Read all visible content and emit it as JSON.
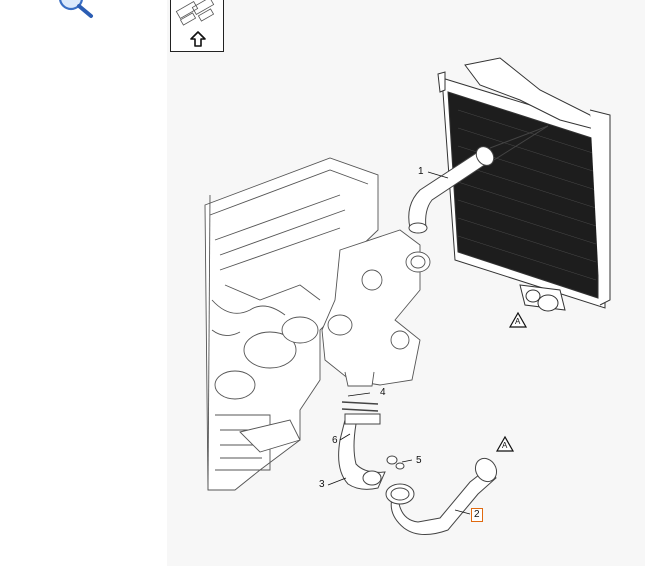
{
  "diagram": {
    "callouts": {
      "c1": "1",
      "c2": "2",
      "c3": "3",
      "c4": "4",
      "c5": "5",
      "c6": "6"
    },
    "markers": {
      "a_upper": "A",
      "a_lower": "A"
    },
    "selected_part": "2",
    "highlight_color": "#e06a10"
  },
  "toolbar": {
    "zoom_icon": "magnifier-icon",
    "nav_icon": "arrow-up-icon"
  }
}
